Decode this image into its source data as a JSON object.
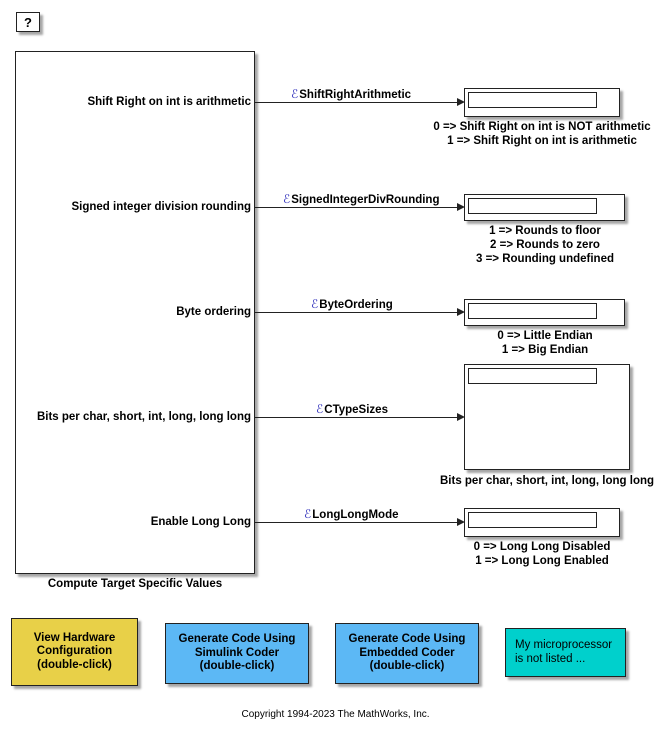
{
  "help_button": {
    "label": "?"
  },
  "subsystem": {
    "title": "Compute Target Specific Values",
    "ports": [
      {
        "label": "Shift Right on int is arithmetic"
      },
      {
        "label": "Signed integer division rounding"
      },
      {
        "label": "Byte ordering"
      },
      {
        "label": "Bits per char, short, int, long, long long"
      },
      {
        "label": "Enable Long Long"
      }
    ]
  },
  "signals": [
    {
      "name": "ShiftRightArithmetic"
    },
    {
      "name": "SignedIntegerDivRounding"
    },
    {
      "name": "ByteOrdering"
    },
    {
      "name": "CTypeSizes"
    },
    {
      "name": "LongLongMode"
    }
  ],
  "signal_icon": "bus-element-icon",
  "displays": [
    {
      "captions": [
        "0 => Shift Right on int is NOT arithmetic",
        "1 => Shift Right on int is arithmetic"
      ]
    },
    {
      "captions": [
        "1 => Rounds to floor",
        "2 => Rounds to zero",
        "3 => Rounding undefined"
      ]
    },
    {
      "captions": [
        "0 => Little Endian",
        "1 => Big Endian"
      ]
    },
    {
      "captions": [
        "Bits per char, short, int, long, long long"
      ]
    },
    {
      "captions": [
        "0 => Long Long Disabled",
        "1 => Long Long Enabled"
      ]
    }
  ],
  "buttons": [
    {
      "label": "View Hardware\nConfiguration\n(double-click)",
      "color": "#e8d048"
    },
    {
      "label": "Generate Code Using\nSimulink Coder\n(double-click)",
      "color": "#5cb8f5"
    },
    {
      "label": "Generate Code Using\nEmbedded Coder\n(double-click)",
      "color": "#5cb8f5"
    },
    {
      "label": "My microprocessor\nis not listed ...",
      "color": "#00d0cc"
    }
  ],
  "copyright": "Copyright 1994-2023 The MathWorks, Inc."
}
